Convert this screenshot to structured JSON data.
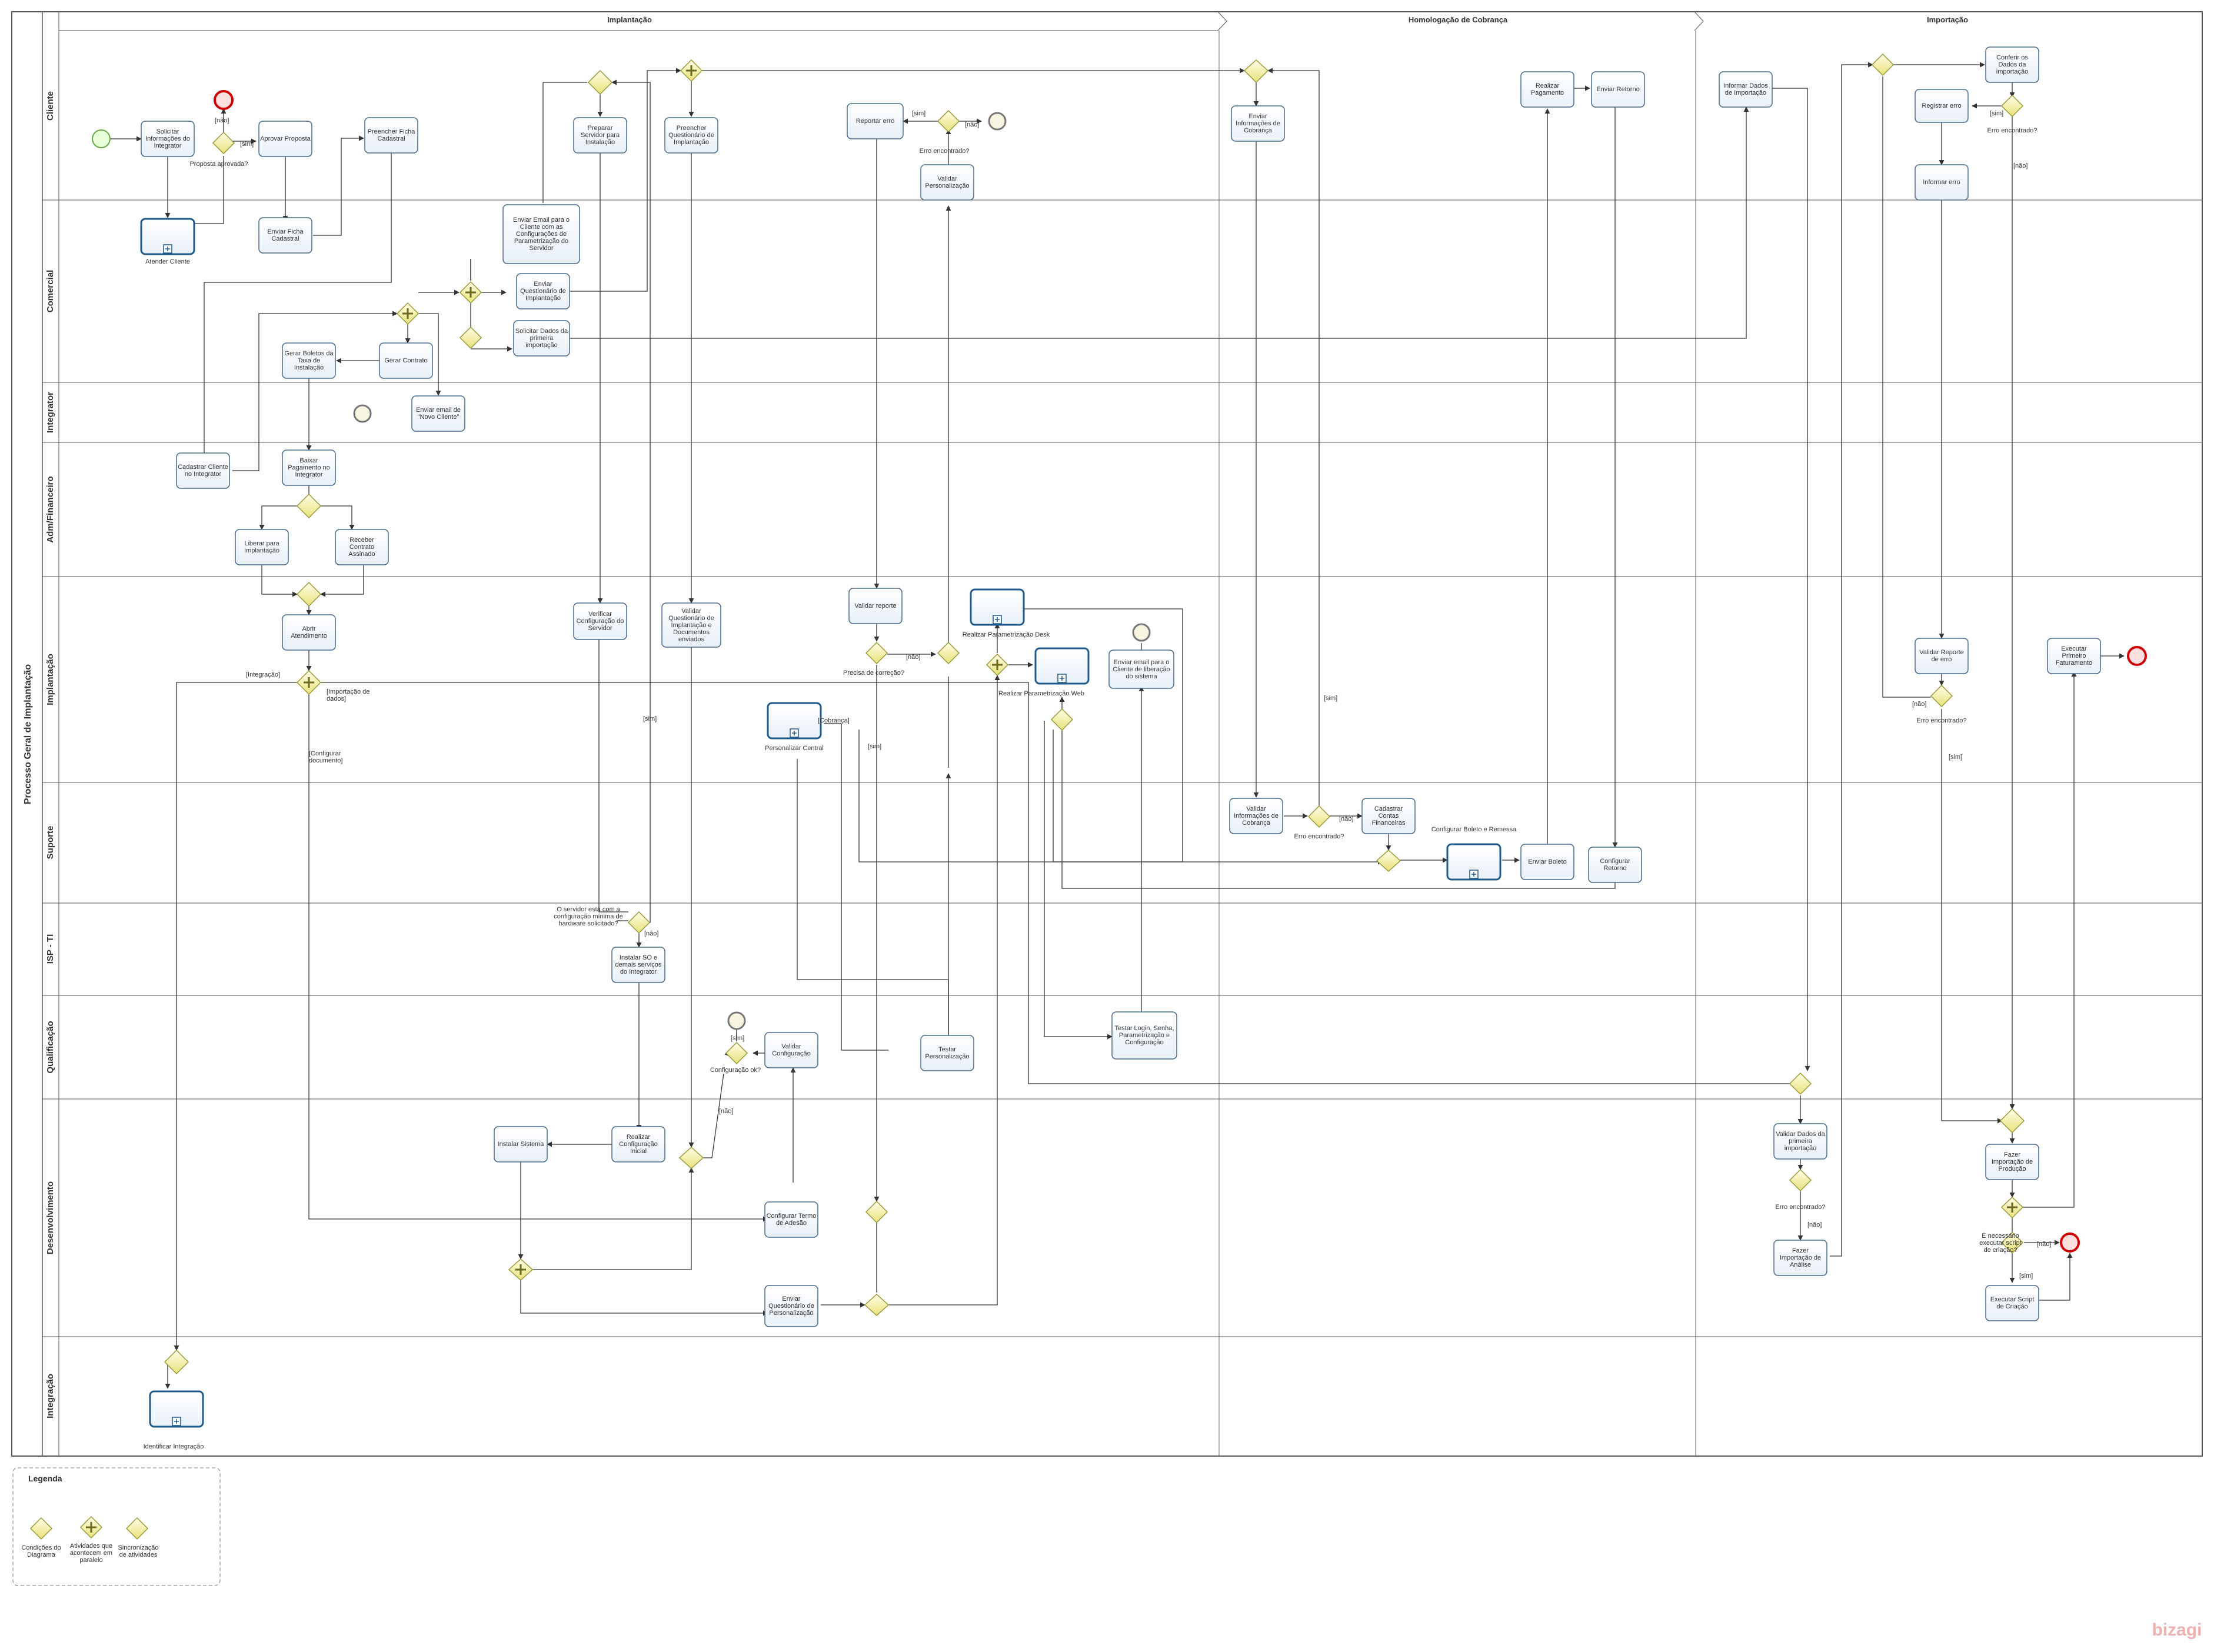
{
  "pool_title": "Processo Geral de Implantação",
  "phases": [
    "Implantação",
    "Homologação  de  Cobrança",
    "Importação"
  ],
  "lanes": [
    "Cliente",
    "Comercial",
    "Integrator",
    "Adm/Financeiro",
    "Implantação",
    "Suporte",
    "ISP - TI",
    "Qualificação",
    "Desenvolvimento",
    "Integração"
  ],
  "tasks": {
    "solicitar_info": "Solicitar Informações do Integrator",
    "aprovar_proposta": "Aprovar Proposta",
    "preencher_ficha": "Preencher Ficha Cadastral",
    "preparar_servidor": "Preparar Servidor para Instalação",
    "preencher_quest": "Preencher Questionário de Implantação",
    "reportar_erro": "Reportar erro",
    "validar_personalizacao": "Validar Personalização",
    "enviar_info_cobranca": "Enviar Informações de Cobrança",
    "realizar_pagamento": "Realizar Pagamento",
    "enviar_retorno": "Enviar Retorno",
    "informar_dados_importacao": "Informar Dados de Importação",
    "conferir_dados_importacao": "Conferir os Dados da importação",
    "registrar_erro": "Registrar erro",
    "informar_erro": "Informar erro",
    "enviar_ficha": "Enviar Ficha Cadastral",
    "enviar_email_config": "Enviar Email para o Cliente com as Configurações de Parametrização do Servidor",
    "enviar_quest": "Enviar Questionário de Implantação",
    "solicitar_dados_importacao": "Solicitar Dados da primeira importação",
    "gerar_contrato": "Gerar Contrato",
    "gerar_boletos": "Gerar Boletos da Taxa de Instalação",
    "enviar_email_novo": "Enviar email de \"Novo Cliente\"",
    "cadastrar_cliente": "Cadastrar Cliente no Integrator",
    "baixar_pagamento": "Baixar Pagamento no Integrator",
    "liberar_implantacao": "Liberar para Implantação",
    "receber_contrato": "Receber Contrato Assinado",
    "abrir_atendimento": "Abrir Atendimento",
    "verificar_config": "Verificar Configuração do Servidor",
    "validar_quest": "Validar Questionário de Implantação e Documentos enviados",
    "validar_reporte": "Validar reporte",
    "enviar_email_liberacao": "Enviar email para o Cliente de liberação do sistema",
    "validar_reporte_erro": "Validar Reporte de erro",
    "executar_faturamento": "Executar Primeiro Faturamento",
    "validar_info_cobranca": "Validar Informações de Cobrança",
    "cadastrar_contas": "Cadastrar Contas Financeiras",
    "enviar_boleto": "Enviar Boleto",
    "configurar_retorno": "Configurar Retorno",
    "instalar_so": "Instalar SO e demais serviços do Integrator",
    "validar_configuracao": "Validar Configuração",
    "testar_personalizacao": "Testar Personalização",
    "testar_login": "Testar Login, Senha, Parametrização e Configuração",
    "instalar_sistema": "Instalar Sistema",
    "realizar_config_inicial": "Realizar Configuração Inicial",
    "configurar_termo": "Configurar Termo de Adesão",
    "enviar_quest_personalizacao": "Enviar Questionário de Personalização",
    "validar_dados_importacao": "Validar Dados da primeira importação",
    "fazer_importacao_analise": "Fazer Importação de Análise",
    "fazer_importacao_producao": "Fazer Importação de Produção",
    "executar_script": "Executar Script de Criação"
  },
  "subprocesses": {
    "atender_cliente": "Atender Cliente",
    "parametrizacao_desk": "Realizar Parametrização Desk",
    "parametrizacao_web": "Realizar Parametrização  Web",
    "personalizar_central": "Personalizar Central",
    "configurar_boleto": "Configurar Boleto e Remessa",
    "identificar_integracao": "Identificar Integração"
  },
  "gateway_labels": {
    "proposta_aprovada": "Proposta aprovada?",
    "erro_encontrado": "Erro encontrado?",
    "precisa_correcao": "Precisa de correção?",
    "servidor_config": "O servidor está com a configuração mínima de hardware solicitado?",
    "configuracao_ok": "Configuração ok?",
    "necessario_script": "É necessário executar script de criação?"
  },
  "flow_labels": {
    "nao": "[não]",
    "sim": "[sim]",
    "integracao": "[Integração]",
    "importacao_dados": "[Importação de dados]",
    "configurar_documento": "[Configurar documento]",
    "cobranca": "[Cobrança]"
  },
  "legend": {
    "title": "Legenda",
    "exclusive": "Condições do Diagrama",
    "parallel": "Atividades que acontecem em paralelo",
    "sync": "Sincronização de atividades"
  },
  "watermark": "bizagi"
}
